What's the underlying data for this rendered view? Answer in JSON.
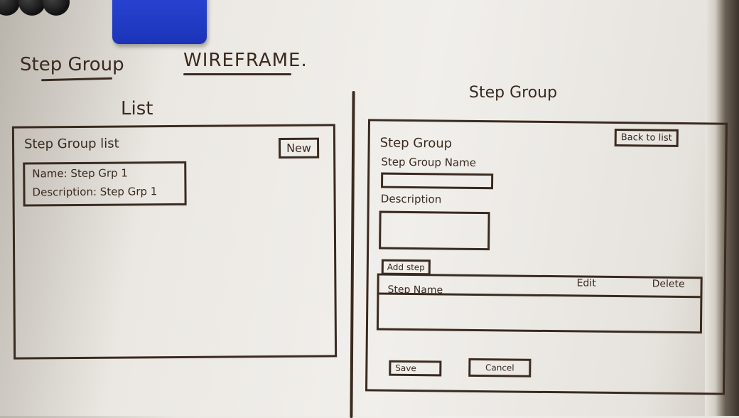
{
  "header": {
    "app_title": "Step Group",
    "subtitle": "WIREFRAME."
  },
  "list_view": {
    "heading": "List",
    "panel_title": "Step Group list",
    "new_button": "New",
    "items": [
      {
        "name_line": "Name: Step Grp 1",
        "description_line": "Description: Step Grp 1"
      }
    ]
  },
  "form_view": {
    "heading": "Step Group",
    "panel_title": "Step Group",
    "back_button": "Back to list",
    "name_label": "Step Group Name",
    "name_value": "",
    "description_label": "Description",
    "description_value": "",
    "add_step_button": "Add step",
    "table": {
      "columns": [
        "Step Name",
        "Edit",
        "Delete"
      ],
      "rows": []
    },
    "save_button": "Save",
    "cancel_button": "Cancel"
  },
  "colors": {
    "ink": "#3a2a1f",
    "board": "#f1efeb",
    "eraser": "#1f3bc8"
  }
}
